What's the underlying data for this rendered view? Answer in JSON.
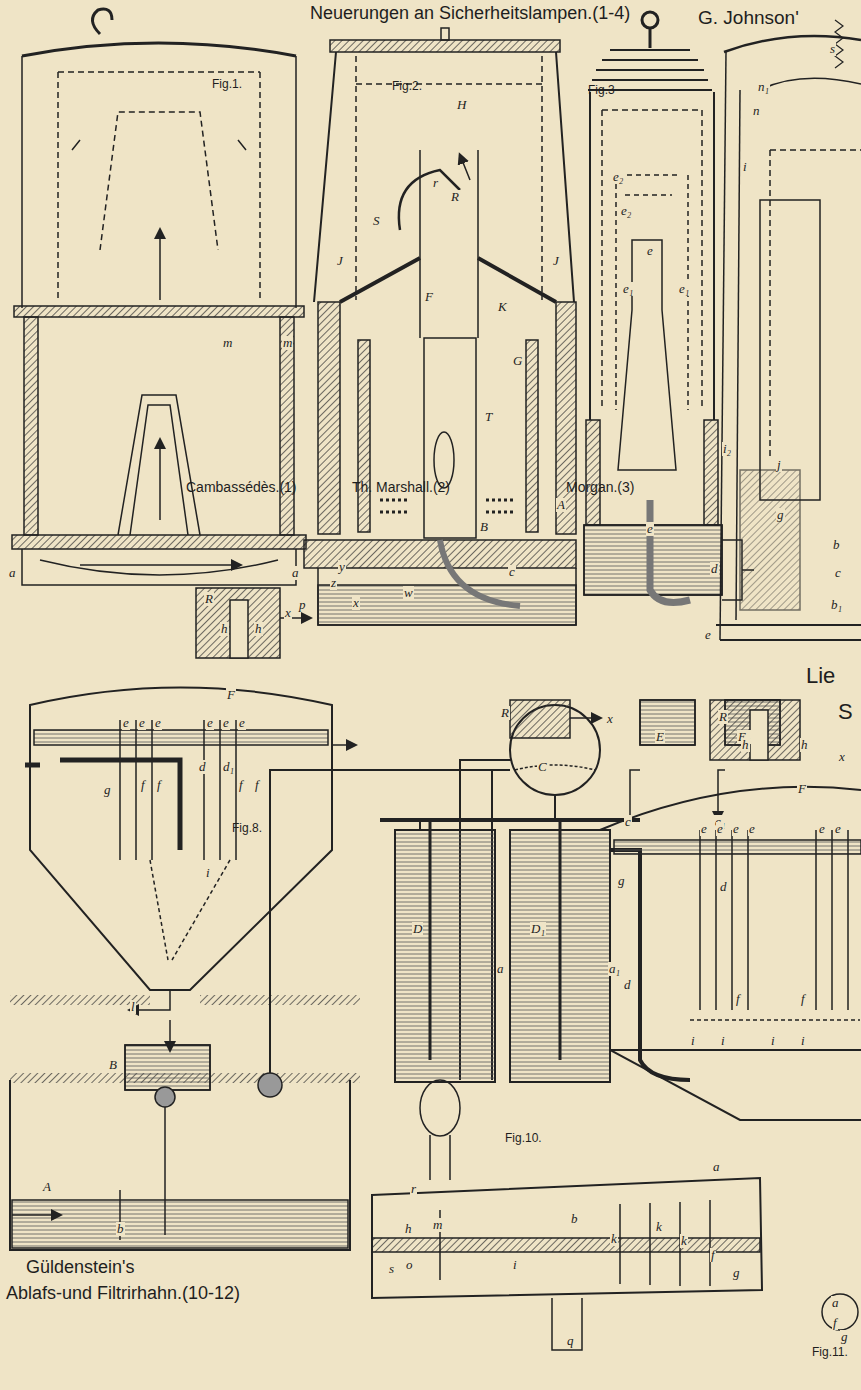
{
  "diagram": {
    "title": "Neuerungen an Sicherheitslampen.(1-4)",
    "labels": [
      "G. Johnson'",
      "Fig.1.",
      "Fig.2.",
      "Fig.3",
      "m",
      "m",
      "a",
      "a",
      "H",
      "S",
      "r",
      "R",
      "F",
      "J",
      "J",
      "K",
      "G",
      "T",
      "B",
      "A",
      "c",
      "w",
      "y",
      "z",
      "x",
      "p",
      "e₂",
      "e₂",
      "e",
      "e₁",
      "e₁",
      "e",
      "b",
      "c",
      "b₁",
      "s",
      "n₁",
      "n",
      "i",
      "i₂",
      "j",
      "g",
      "d",
      "e",
      "Cambassédès.(1)",
      "Th. Marshall.(2)",
      "Morgan.(3)",
      "R",
      "h",
      "h",
      "x",
      "F",
      "e",
      "e",
      "e",
      "e",
      "e",
      "e",
      "d",
      "d₁",
      "f",
      "f",
      "f",
      "f",
      "g",
      "Fig.8.",
      "i",
      "l",
      "R",
      "x",
      "C",
      "E",
      "E₁",
      "c",
      "c₁",
      "D",
      "D₁",
      "a",
      "a₁",
      "d",
      "B",
      "A",
      "b",
      "Lie",
      "S",
      "R",
      "h",
      "h",
      "x",
      "F",
      "e",
      "e",
      "e",
      "e",
      "e",
      "e",
      "g",
      "d",
      "f",
      "f",
      "i",
      "i",
      "i",
      "i",
      "Fig.10.",
      "a",
      "r",
      "h",
      "m",
      "b",
      "k",
      "k",
      "k",
      "f",
      "g",
      "i",
      "o",
      "s",
      "q",
      "Güldenstein's",
      "Ablafs-und Filtrirhahn.(10-12)",
      "a",
      "f",
      "g",
      "Fig.11."
    ]
  }
}
